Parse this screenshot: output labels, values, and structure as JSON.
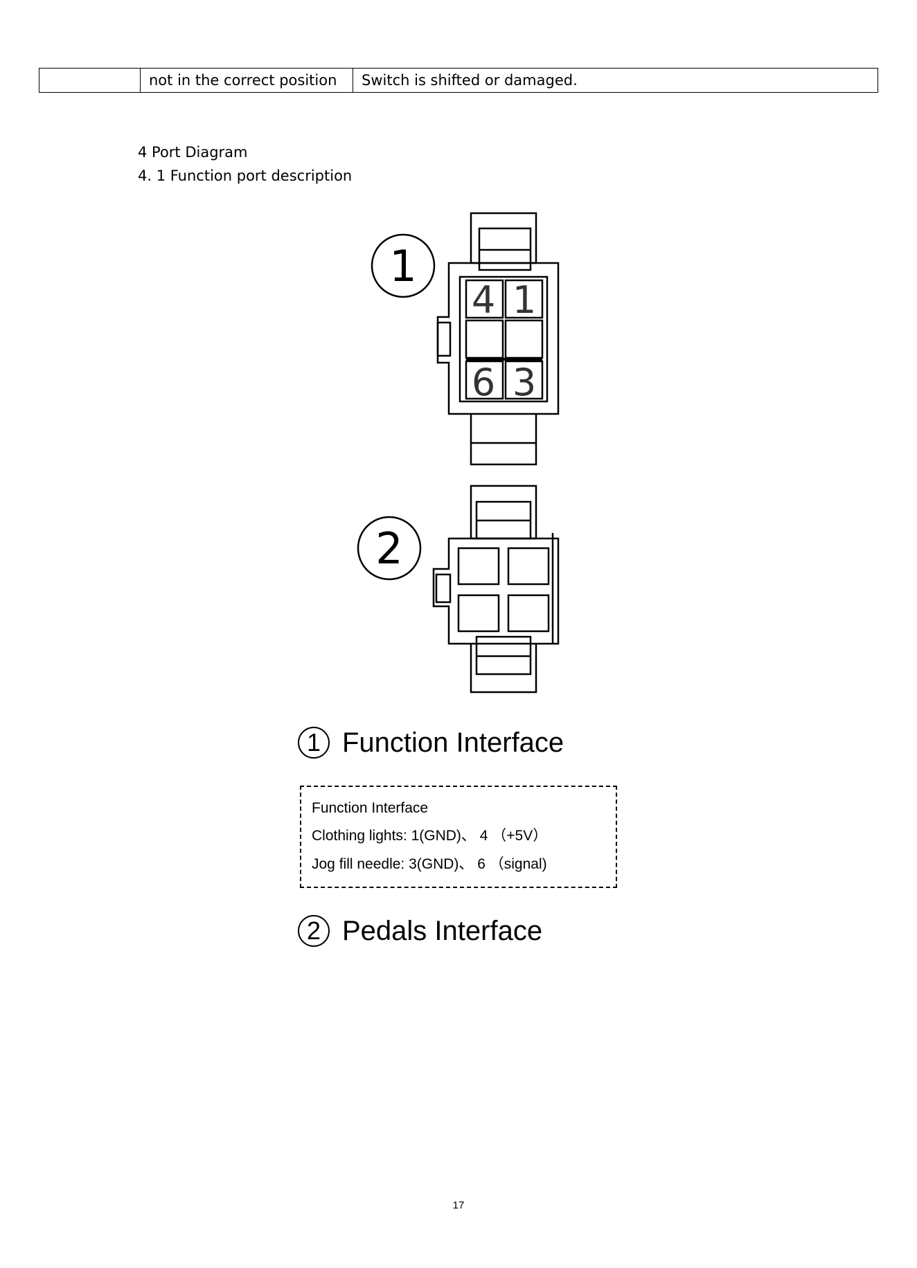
{
  "table": {
    "row": {
      "col1": "",
      "col2": "not in the correct position",
      "col3": "Switch is shifted or damaged."
    }
  },
  "headings": {
    "section": "4 Port Diagram",
    "subsection": "4. 1 Function port description"
  },
  "connector1": {
    "badge": "1",
    "pins": [
      "4",
      "1",
      "6",
      "3"
    ]
  },
  "connector2": {
    "badge": "2"
  },
  "function_interface": {
    "badge": "1",
    "title": "Function Interface",
    "box_lines": [
      "Function Interface",
      "Clothing lights: 1(GND)、 4 （+5V）",
      "Jog fill needle: 3(GND)、 6 （signal)"
    ]
  },
  "pedals_interface": {
    "badge": "2",
    "title": "Pedals Interface"
  },
  "page_number": "17"
}
